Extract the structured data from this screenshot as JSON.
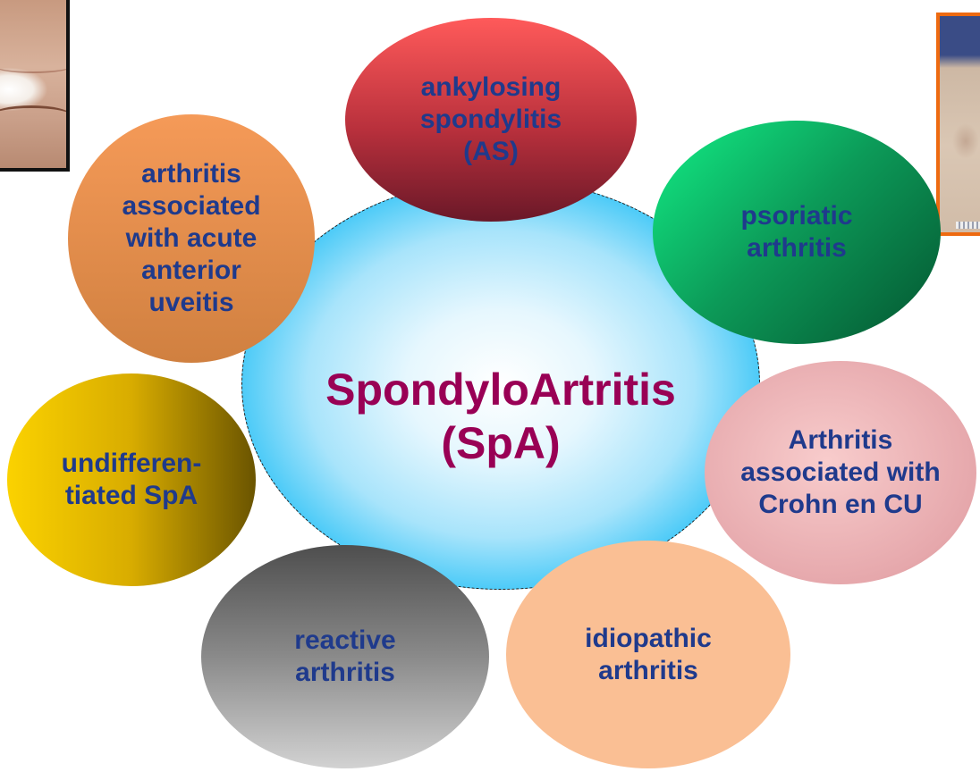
{
  "diagram": {
    "center": {
      "label": "SpondyloArtritis\n(SpA)",
      "color": "#990055"
    },
    "satellite_text_color": "#1f3a8c",
    "satellites": [
      {
        "id": "as",
        "label": "ankylosing\nspondylitis\n(AS)"
      },
      {
        "id": "psoriatic",
        "label": "psoriatic\narthritis"
      },
      {
        "id": "uveitis",
        "label": "arthritis\nassociated\nwith acute\nanterior\nuveitis"
      },
      {
        "id": "undifferentiated",
        "label": "undifferen-\ntiated SpA"
      },
      {
        "id": "crohn",
        "label": "Arthritis\nassociated with\nCrohn en CU"
      },
      {
        "id": "reactive",
        "label": "reactive\narthritis"
      },
      {
        "id": "idiopathic",
        "label": "idiopathic\narthritis"
      }
    ]
  },
  "photos": [
    {
      "id": "eye",
      "subject": "eye-closeup-photo",
      "border_color": "#111111"
    },
    {
      "id": "skin",
      "subject": "skin-closeup-photo",
      "border_color": "#ee6a10"
    }
  ]
}
